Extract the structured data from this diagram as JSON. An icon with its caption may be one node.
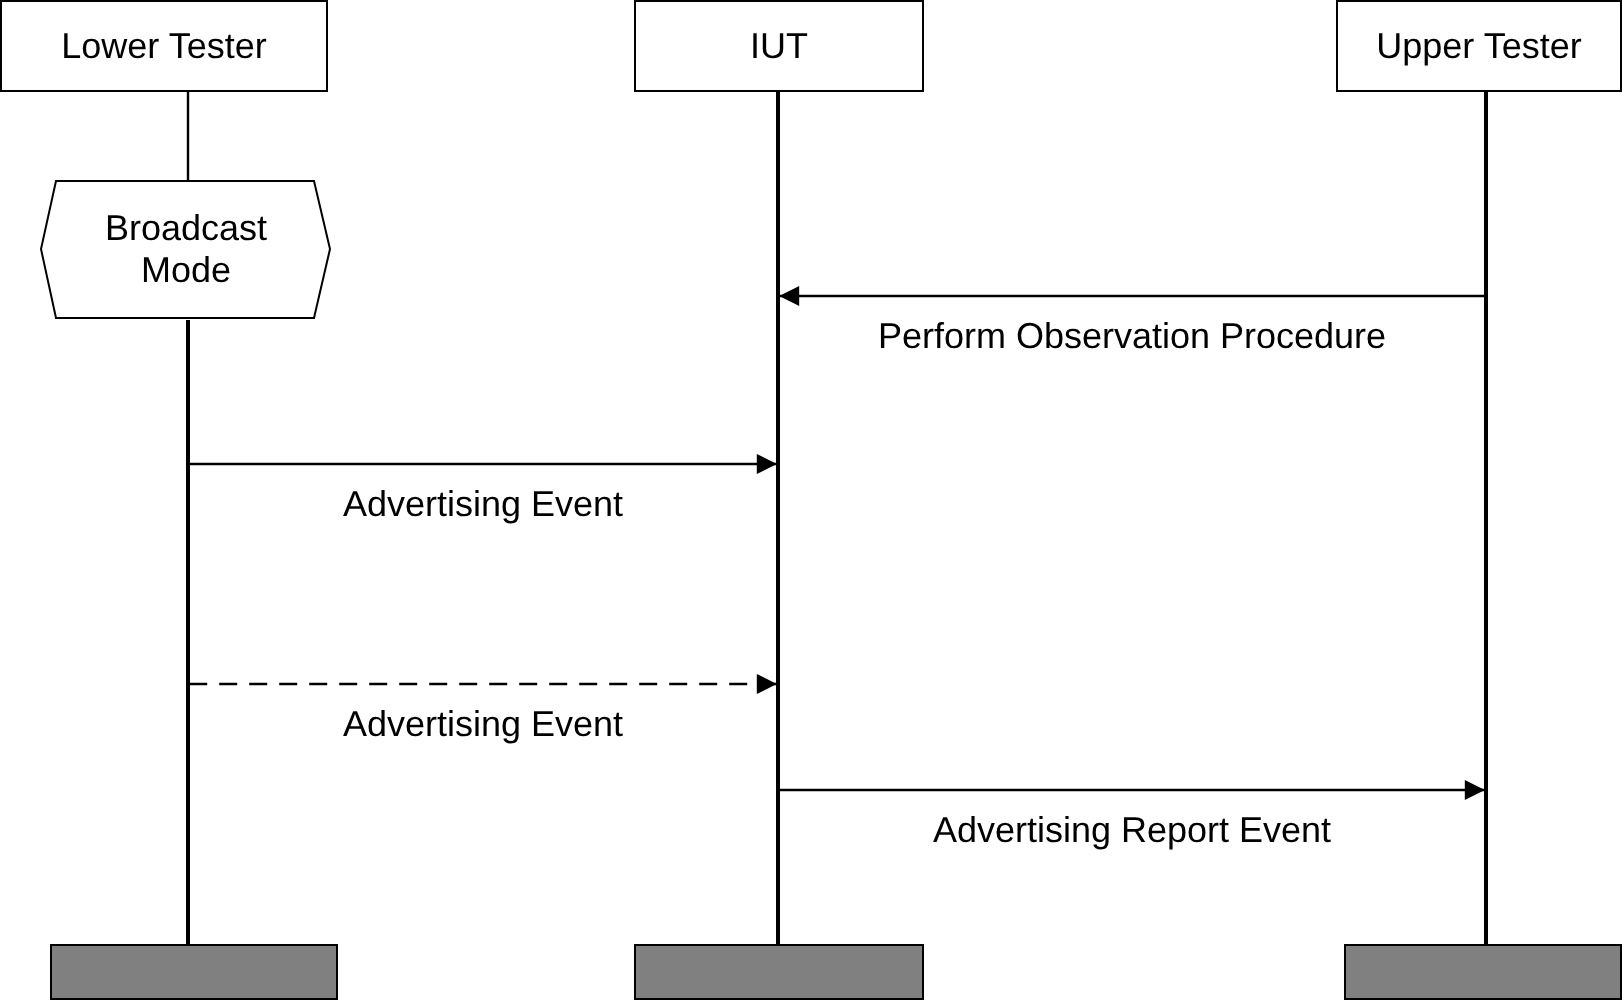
{
  "diagram": {
    "nodes": [
      {
        "text": [
          "Lower Tester"
        ]
      },
      {
        "text": [
          "IUT"
        ]
      },
      {
        "text": [
          "Upper Tester"
        ]
      },
      {
        "text": [
          "Broadcast Mode"
        ]
      },
      {
        "text": [],
        "shape": "box"
      },
      {
        "text": [],
        "shape": "box"
      },
      {
        "text": [],
        "shape": "box"
      },
      {
        "text": [],
        "shape": "bar"
      },
      {
        "text": [],
        "shape": "bar"
      },
      {
        "text": [],
        "shape": "bar"
      }
    ],
    "edges": [
      {
        "from": 0,
        "to": 3,
        "arrow": "none"
      },
      {
        "from": 9,
        "to": 8,
        "arrow": "to",
        "label": "Perform Observation Procedure"
      },
      {
        "from": 7,
        "to": 8,
        "arrow": "to",
        "label": "Advertising Event"
      },
      {
        "from": 7,
        "to": 8,
        "arrow": "to",
        "label": "Advertising Event",
        "style": "dashed"
      },
      {
        "from": 8,
        "to": 9,
        "arrow": "to",
        "label": "Advertising Report Event"
      }
    ]
  }
}
